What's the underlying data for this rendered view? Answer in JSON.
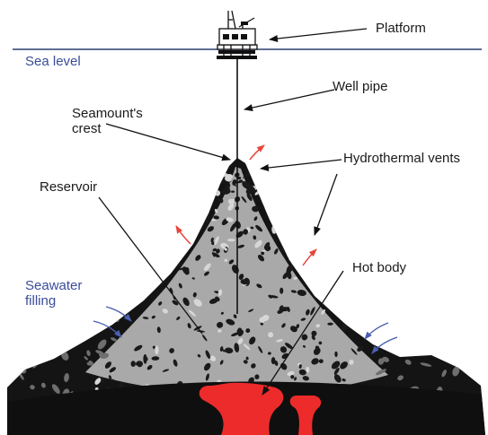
{
  "labels": {
    "platform": "Platform",
    "sea_level": "Sea level",
    "well_pipe": "Well pipe",
    "seamount_crest": "Seamount's\ncrest",
    "hydrothermal_vents": "Hydrothermal vents",
    "reservoir": "Reservoir",
    "hot_body": "Hot body",
    "seawater_filling": "Seawater\nfilling"
  },
  "colors": {
    "sea_line": "#2a3f6e",
    "sea_text": "#3a4c9a",
    "rock_dark": "#141414",
    "rock_light": "#a9a9a9",
    "hot_body": "#ee2b2b",
    "vent_arrow": "#e8453c",
    "seawater_arrow": "#4a5fb0"
  }
}
